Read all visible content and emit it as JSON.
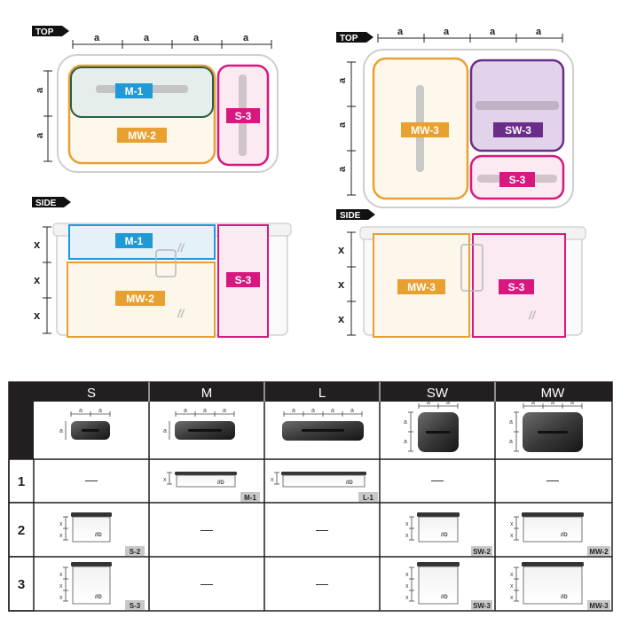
{
  "views": {
    "top": "TOP",
    "side": "SIDE"
  },
  "dims": {
    "a": "a",
    "x": "x"
  },
  "left_config": {
    "top_labels": [
      "M-1",
      "MW-2",
      "S-3"
    ],
    "side_labels": [
      "M-1",
      "MW-2",
      "S-3"
    ]
  },
  "right_config": {
    "top_labels": [
      "MW-3",
      "SW-3",
      "S-3"
    ],
    "side_labels": [
      "MW-3",
      "S-3"
    ]
  },
  "table": {
    "columns": [
      "S",
      "M",
      "L",
      "SW",
      "MW"
    ],
    "rows": [
      "1",
      "2",
      "3"
    ],
    "dash": "—",
    "codes": {
      "row1": [
        "",
        "M-1",
        "L-1",
        "",
        ""
      ],
      "row2": [
        "S-2",
        "",
        "",
        "SW-2",
        "MW-2"
      ],
      "row3": [
        "S-3",
        "",
        "",
        "SW-3",
        "MW-3"
      ]
    }
  },
  "colors": {
    "M": "#1f9ad6",
    "MW": "#e8a030",
    "S": "#d6187f",
    "SW": "#6a2d8a",
    "header_bg": "#231f20"
  }
}
